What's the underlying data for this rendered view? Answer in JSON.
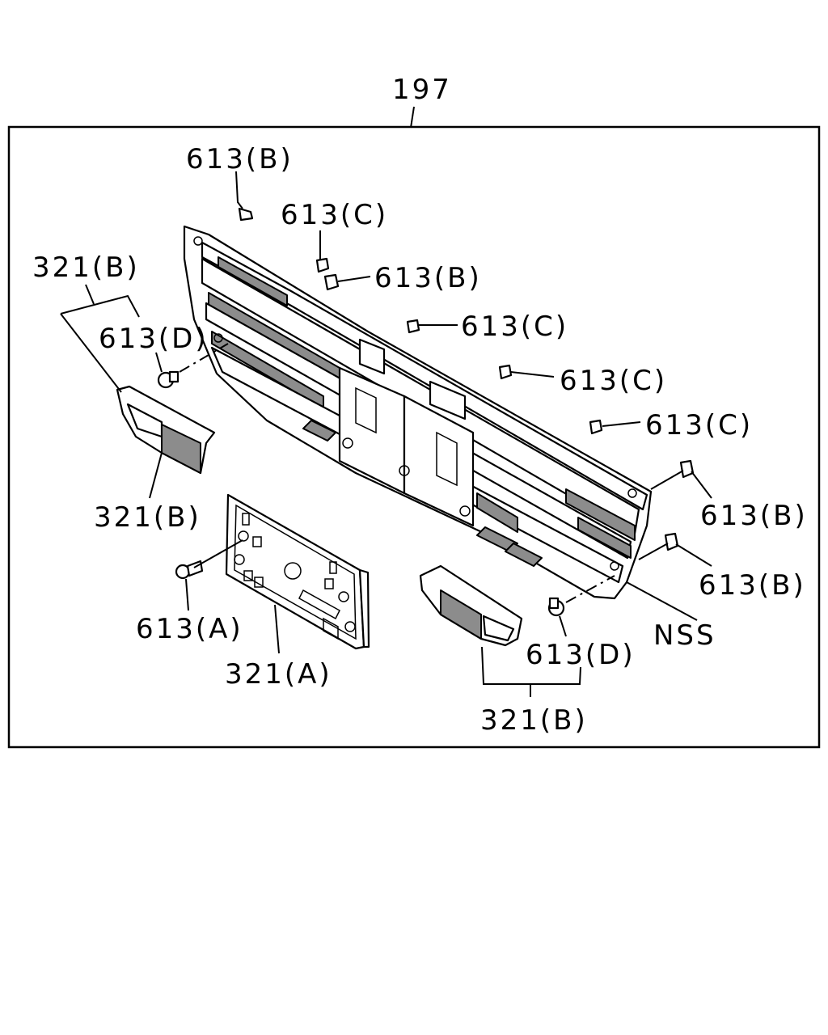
{
  "title_number": "197",
  "labels": {
    "l_613b_top": "613(B)",
    "l_613c_1": "613(C)",
    "l_613b_2": "613(B)",
    "l_613c_2": "613(C)",
    "l_613c_3": "613(C)",
    "l_613c_4": "613(C)",
    "l_613b_r1": "613(B)",
    "l_613b_r2": "613(B)",
    "l_321b_tl": "321(B)",
    "l_613d_l": "613(D)",
    "l_321b_bl": "321(B)",
    "l_613a": "613(A)",
    "l_321a": "321(A)",
    "l_613d_r": "613(D)",
    "l_321b_br": "321(B)",
    "l_nss": "NSS"
  }
}
